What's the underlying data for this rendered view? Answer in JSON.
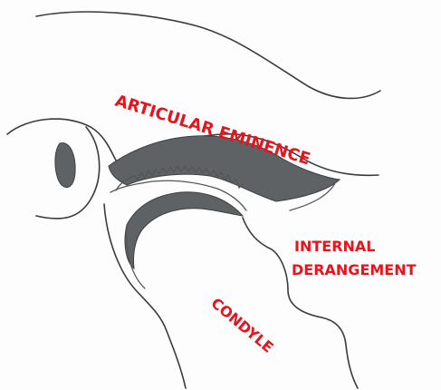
{
  "labels": {
    "articular_eminence": "ARTICULAR EMINENCE",
    "internal_line1": "INTERNAL",
    "internal_line2": "DERANGEMENT",
    "condyle": "CONDYLE"
  },
  "colors": {
    "label": "#e8131c",
    "shading": "#5f6264",
    "line": "#3a3a3a",
    "background": "#fdfdfd"
  }
}
